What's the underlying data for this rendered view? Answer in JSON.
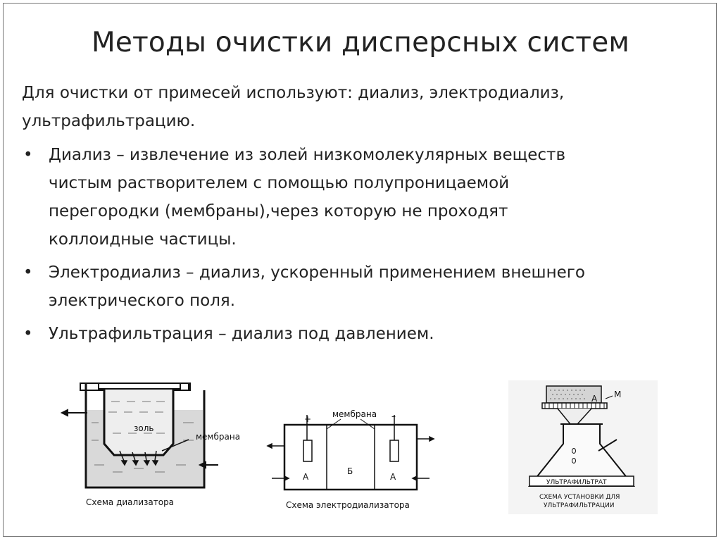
{
  "slide": {
    "title": "Методы очистки дисперсных систем",
    "intro": "Для очистки от примесей используют: диализ, электродиализ, ультрафильтрацию.",
    "bullet_symbol": "•",
    "bullets": [
      {
        "line1": "Диализ – извлечение из золей низкомолекулярных веществ",
        "line2": "чистым растворителем с помощью полупроницаемой",
        "line3": "перегородки (мембраны),через которую не проходят",
        "line4": "коллоидные частицы."
      },
      {
        "line1": "Электродиализ – диализ, ускоренный применением внешнего",
        "line2": "электрического поля."
      },
      {
        "line1": "Ультрафильтрация – диализ под давлением."
      }
    ]
  },
  "figures": {
    "dialyzer": {
      "label_sol": "золь",
      "label_membrane": "мембрана",
      "caption": "Схема диализатора"
    },
    "electrodialyzer": {
      "label_membrane": "мембрана",
      "label_plus": "+",
      "label_minus": "–",
      "label_a_left": "А",
      "label_b": "Б",
      "label_a_right": "А",
      "caption": "Схема электродиализатора"
    },
    "ultrafiltration": {
      "label_a": "А",
      "label_m": "М",
      "label_ultrafiltrate": "УЛЬТРАФИЛЬТРАТ",
      "caption_line1": "СХЕМА УСТАНОВКИ ДЛЯ",
      "caption_line2": "УЛЬТРАФИЛЬТРАЦИИ"
    }
  }
}
